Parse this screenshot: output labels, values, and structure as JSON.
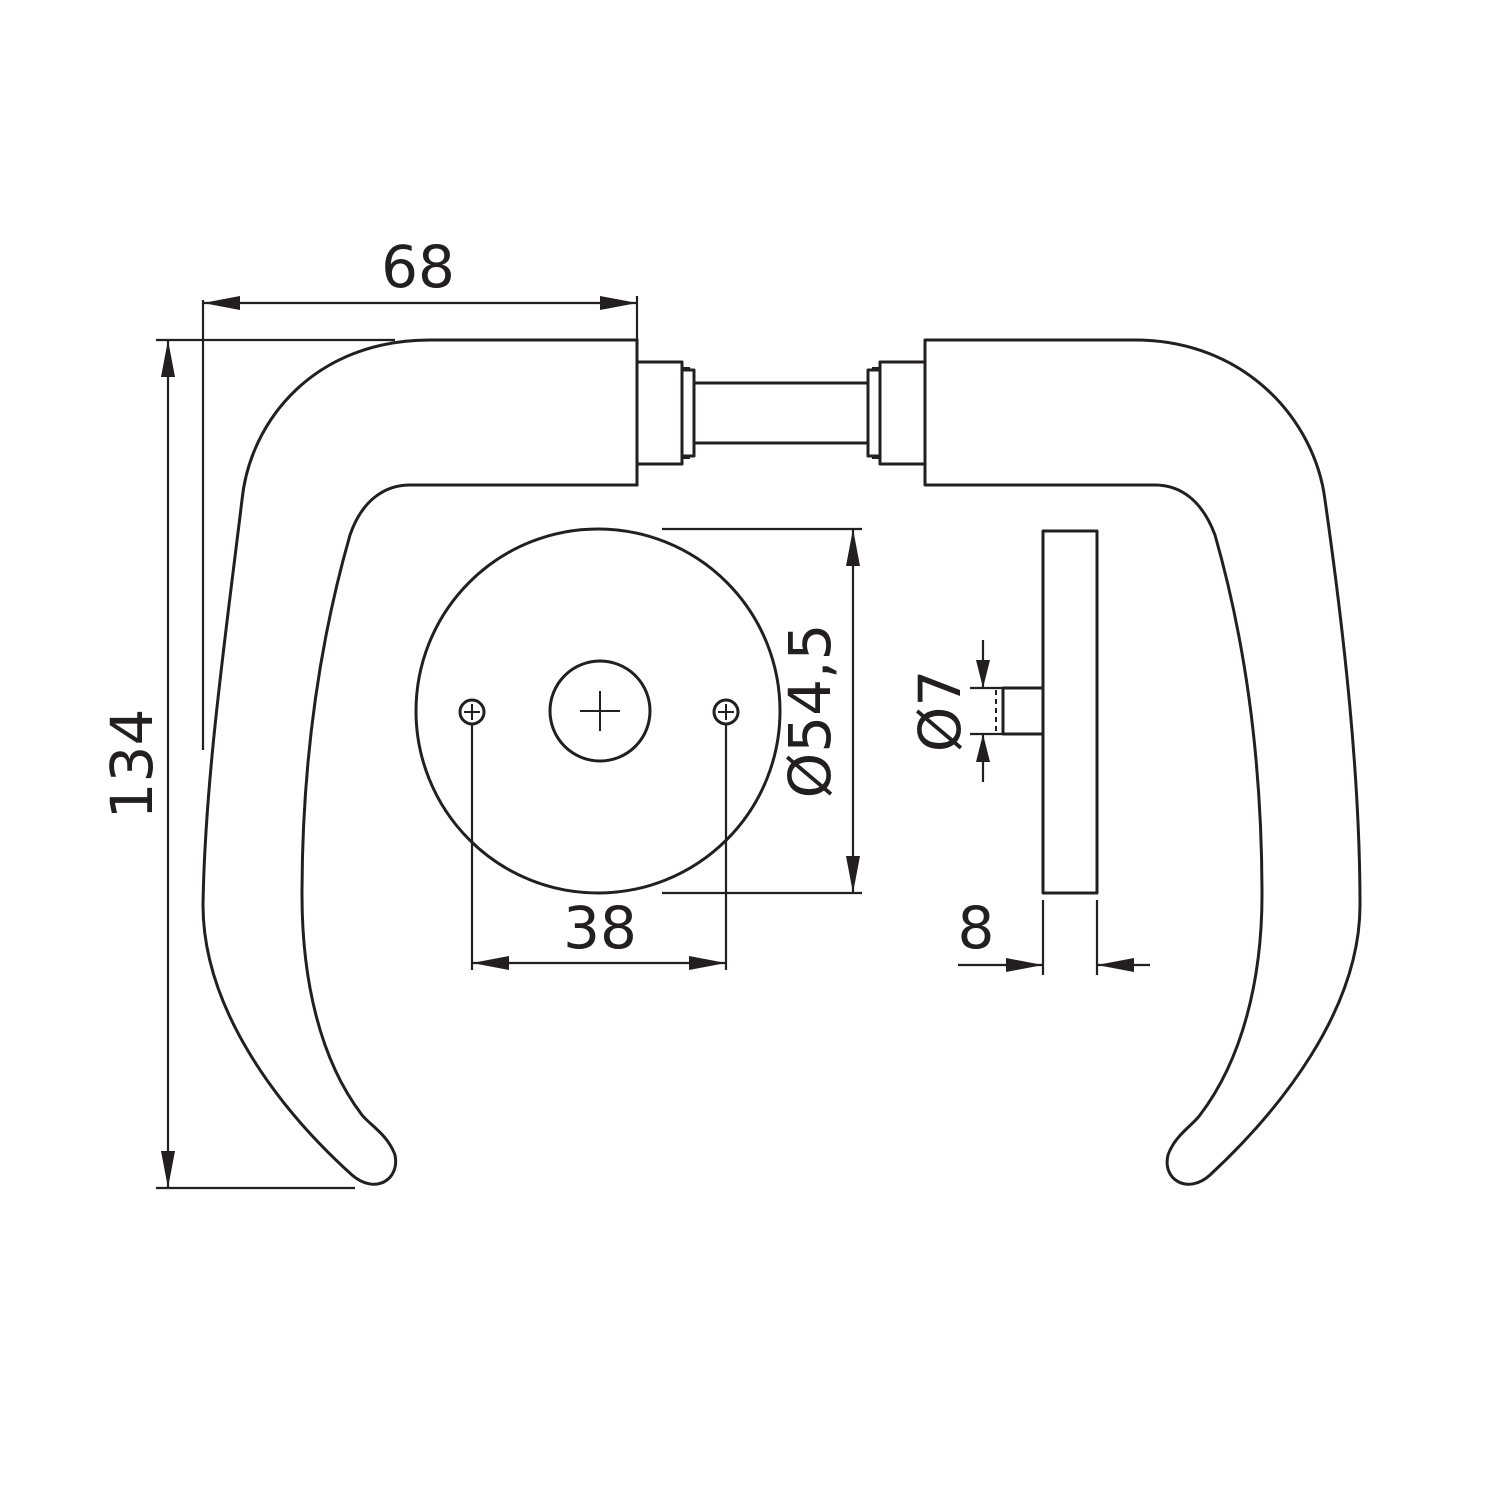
{
  "dimensions": {
    "lever_width": "68",
    "lever_height": "134",
    "rose_diameter": "Ø54,5",
    "screw_spacing": "38",
    "spindle_diameter": "Ø7",
    "rose_thickness": "8"
  },
  "colors": {
    "line": "#231f20",
    "background": "#ffffff"
  }
}
